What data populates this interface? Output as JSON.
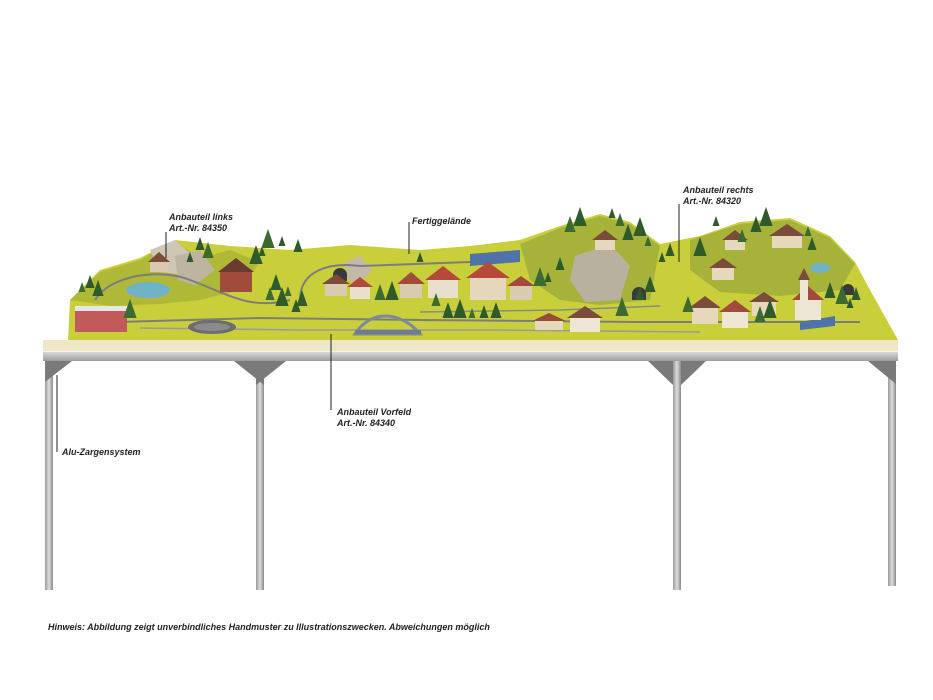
{
  "labels": {
    "left_module": {
      "line1": "Anbauteil links",
      "line2": "Art.-Nr. 84350"
    },
    "center": {
      "line1": "Fertiggelände"
    },
    "right_module": {
      "line1": "Anbauteil rechts",
      "line2": "Art.-Nr. 84320"
    },
    "front_module": {
      "line1": "Anbauteil Vorfeld",
      "line2": "Art.-Nr. 84340"
    },
    "frame": {
      "line1": "Alu-Zargensystem"
    }
  },
  "footer_note": "Hinweis: Abbildung zeigt unverbindliches Handmuster zu Illustrationszwecken. Abweichungen möglich",
  "colors": {
    "grass": "#c9cf3a",
    "grass_dark": "#8fa02a",
    "rock": "#b8b0a0",
    "tree": "#2f5a2a",
    "water": "#6fb3c9",
    "board": "#e8d9b0",
    "frame": "#c8c8c8",
    "frame_dark": "#8a8a8a"
  }
}
